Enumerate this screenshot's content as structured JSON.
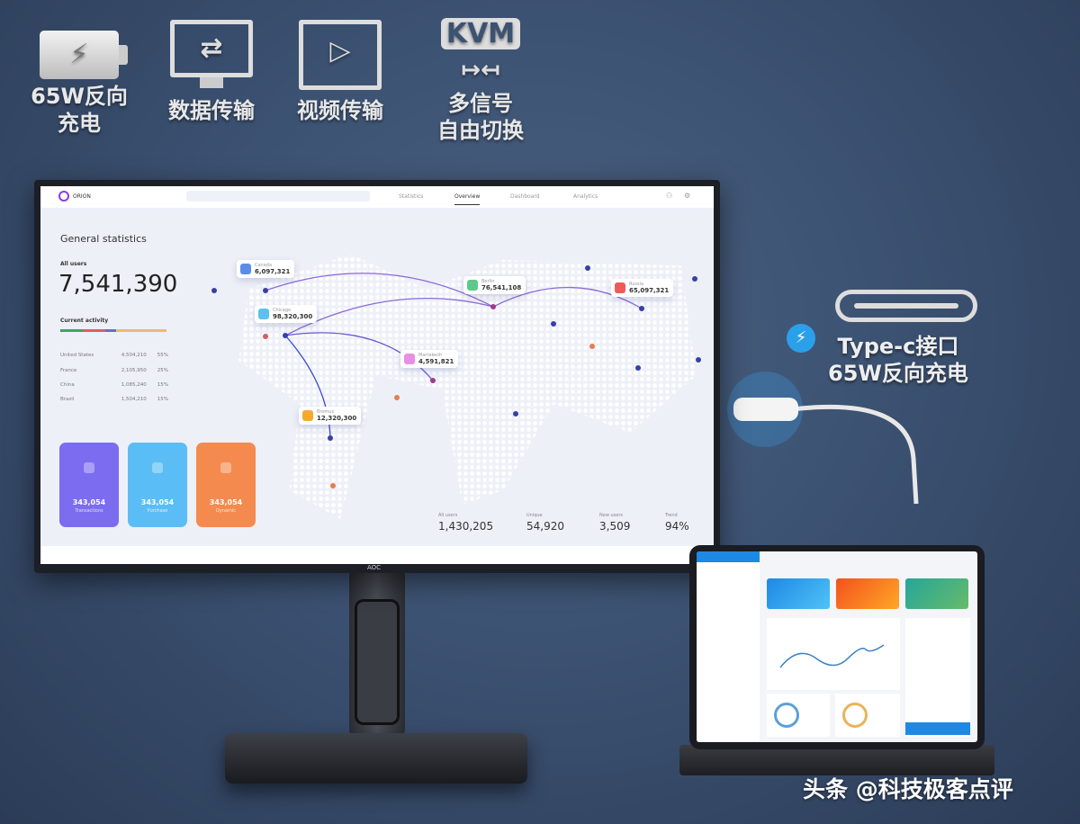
{
  "features": [
    {
      "icon": "battery-charge-icon",
      "label_line1": "65W反向",
      "label_line2": "充电"
    },
    {
      "icon": "monitor-transfer-icon",
      "label_line1": "数据传输",
      "label_line2": ""
    },
    {
      "icon": "video-play-icon",
      "label_line1": "视频传输",
      "label_line2": ""
    },
    {
      "icon": "kvm-switch-icon",
      "badge": "KVM",
      "label_line1": "多信号",
      "label_line2": "自由切换"
    }
  ],
  "typec": {
    "icon": "lightning-icon",
    "line1": "Type-c接口",
    "line2": "65W反向充电"
  },
  "monitor": {
    "brand": "AOC",
    "app": {
      "logo": "ORION",
      "tabs": [
        "Statistics",
        "Overview",
        "Dashboard",
        "Analytics"
      ],
      "active_tab": "Overview",
      "title": "General statistics",
      "all_users_label": "All users",
      "all_users_value": "7,541,390",
      "activity_label": "Current activity",
      "activity_colors": [
        "#3aa757",
        "#e05a6a",
        "#6a6ad0",
        "#f0b77a"
      ],
      "countries": [
        {
          "name": "United States",
          "value": "4,504,210",
          "pct": "55%"
        },
        {
          "name": "France",
          "value": "2,105,950",
          "pct": "25%"
        },
        {
          "name": "China",
          "value": "1,085,240",
          "pct": "15%"
        },
        {
          "name": "Brazil",
          "value": "1,504,210",
          "pct": "15%"
        }
      ],
      "pins": [
        {
          "name": "Canada",
          "value": "6,097,321",
          "color": "#5b8de8"
        },
        {
          "name": "Chicago",
          "value": "98,320,300",
          "color": "#5cc0f0"
        },
        {
          "name": "Berlin",
          "value": "76,541,108",
          "color": "#5cc98a"
        },
        {
          "name": "Russia",
          "value": "65,097,321",
          "color": "#ef5b5b"
        },
        {
          "name": "Marrakesh",
          "value": "4,591,821",
          "color": "#e88fe6"
        },
        {
          "name": "Bromus",
          "value": "12,320,300",
          "color": "#f5a835"
        }
      ],
      "cards": [
        {
          "value": "343,054",
          "label": "Transactions",
          "color": "#7b6cf0"
        },
        {
          "value": "343,054",
          "label": "Purchase",
          "color": "#5bbdf5"
        },
        {
          "value": "343,054",
          "label": "Dynamic",
          "color": "#f58a4f"
        }
      ],
      "stats": [
        {
          "label": "All users",
          "value": "1,430,205"
        },
        {
          "label": "Unique",
          "value": "54,920"
        },
        {
          "label": "New users",
          "value": "3,509"
        },
        {
          "label": "Trend",
          "value": "94%"
        }
      ]
    }
  },
  "watermark": "头条 @科技极客点评"
}
